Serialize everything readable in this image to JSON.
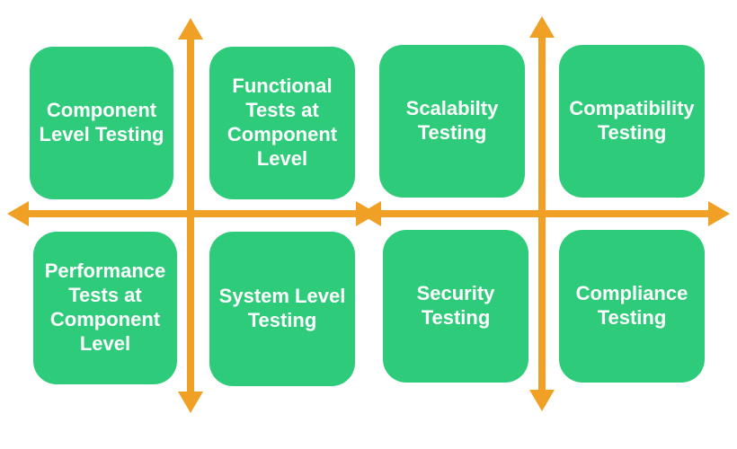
{
  "colors": {
    "box": "#2ECC7A",
    "arrow": "#F0A024",
    "text": "#FFFFFF"
  },
  "boxes": [
    {
      "label": "Component\nLevel Testing"
    },
    {
      "label": "Functional\nTests at\nComponent\nLevel"
    },
    {
      "label": "Scalabilty\nTesting"
    },
    {
      "label": "Compatibility\nTesting"
    },
    {
      "label": "Performance\nTests at\nComponent\nLevel"
    },
    {
      "label": "System Level\nTesting"
    },
    {
      "label": "Security\nTesting"
    },
    {
      "label": "Compliance\nTesting"
    }
  ]
}
